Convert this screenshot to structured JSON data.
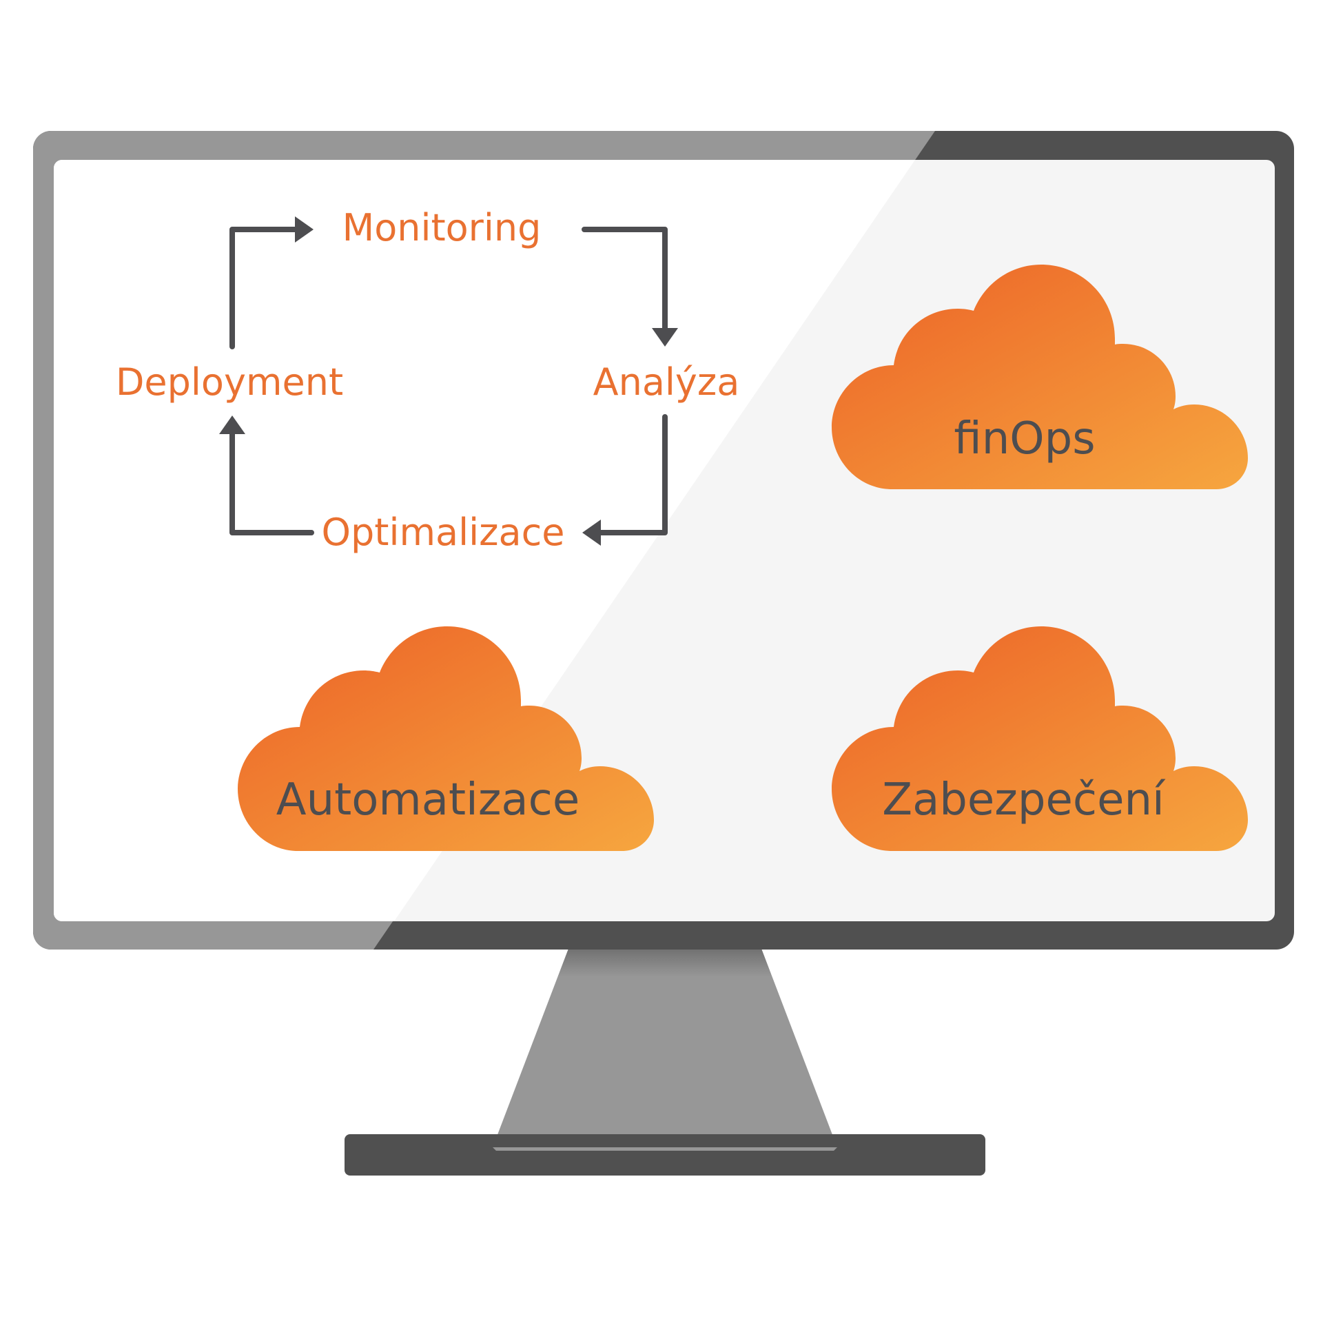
{
  "cycle": {
    "monitoring": "Monitoring",
    "analyza": "Analýza",
    "optimalizace": "Optimalizace",
    "deployment": "Deployment"
  },
  "clouds": {
    "finops": "finOps",
    "automatizace": "Automatizace",
    "zabezpeceni": "Zabezpečení"
  },
  "colors": {
    "accent_orange": "#e97131",
    "cloud_gradient_start": "#ec6227",
    "cloud_gradient_end": "#f6a63f",
    "arrow_gray": "#4d4d50",
    "monitor_dark": "#505050",
    "monitor_light": "#979797",
    "screen": "#f5f5f5"
  }
}
